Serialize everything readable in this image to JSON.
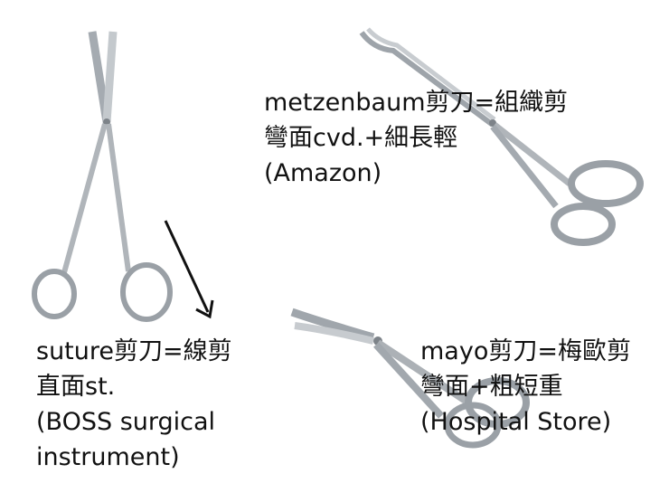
{
  "items": [
    {
      "name": "suture",
      "lines": [
        "suture剪刀=線剪",
        "直面st.",
        "(BOSS surgical",
        "instrument)"
      ],
      "image": "straight-scissors"
    },
    {
      "name": "metzenbaum",
      "lines": [
        "metzenbaum剪刀=組織剪",
        "彎面cvd.+細長輕",
        "(Amazon)"
      ],
      "image": "curved-scissors"
    },
    {
      "name": "mayo",
      "lines": [
        "mayo剪刀=梅歐剪",
        "彎面+粗短重",
        "(Hospital Store)"
      ],
      "image": "curved-scissors"
    }
  ],
  "colors": {
    "metal": "#b8bcc0",
    "metal_dark": "#7d8389",
    "text": "#111111",
    "arrow": "#111111"
  }
}
